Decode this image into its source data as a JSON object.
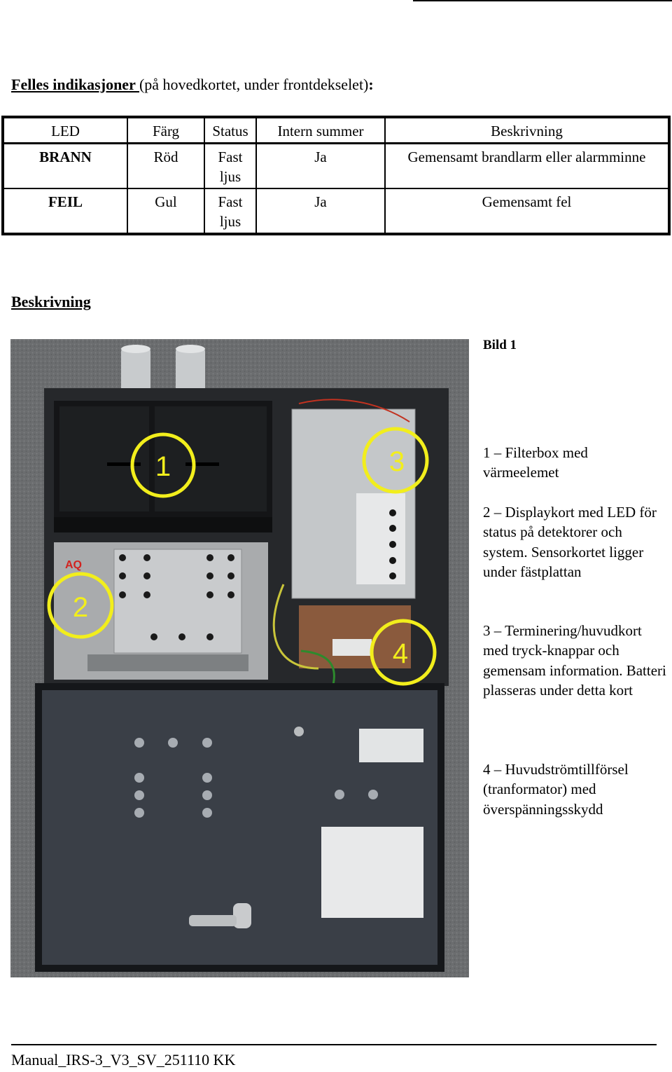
{
  "heading": {
    "bold_part": "Felles indikasjoner ",
    "normal_part": "(på hovedkortet, under frontdekselet)",
    "colon": ":"
  },
  "led_table": {
    "headers": [
      "LED",
      "Färg",
      "Status",
      "Intern summer",
      "Beskrivning"
    ],
    "rows": [
      [
        "BRANN",
        "Röd",
        "Fast ljus",
        "Ja",
        "Gemensamt brandlarm eller alarmminne"
      ],
      [
        "FEIL",
        "Gul",
        "Fast ljus",
        "Ja",
        "Gemensamt fel"
      ]
    ]
  },
  "section_title": "Beskrivning",
  "photo": {
    "labels": [
      "1",
      "2",
      "3",
      "4"
    ],
    "brand_mark": "AQ",
    "colors": {
      "carpet": "#6b6d6f",
      "cabinet": "#26282b",
      "lid": "#3a3f47",
      "marker": "#f2ee1c",
      "metal": "#b9bcbe"
    }
  },
  "figure_label": "Bild 1",
  "descriptions": [
    "1 – Filterbox med värmeelemet",
    "2 – Displaykort med LED för status på detektorer och system. Sensorkortet ligger under fästplattan",
    "3 – Terminering/huvudkort med tryck-knappar och gemensam information. Batteri plasseras under detta kort",
    "4 – Huvudströmtillförsel (tranformator) med överspänningsskydd"
  ],
  "footer": "Manual_IRS-3_V3_SV_251110 KK"
}
